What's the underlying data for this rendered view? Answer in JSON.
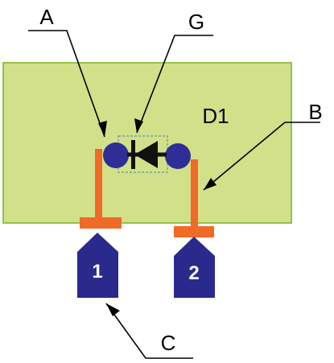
{
  "colors": {
    "board": "#d2e08a",
    "board_border": "#93c24a",
    "trace": "#f06a28",
    "pad": "#2e2e96",
    "pin": "#2a2a8c",
    "diode": "#111111",
    "diode_outline": "#7fa0a0",
    "leader": "#000000"
  },
  "labels": {
    "A": "A",
    "G": "G",
    "B": "B",
    "C": "C",
    "component": "D1"
  },
  "pins": [
    {
      "number": "1"
    },
    {
      "number": "2"
    }
  ]
}
